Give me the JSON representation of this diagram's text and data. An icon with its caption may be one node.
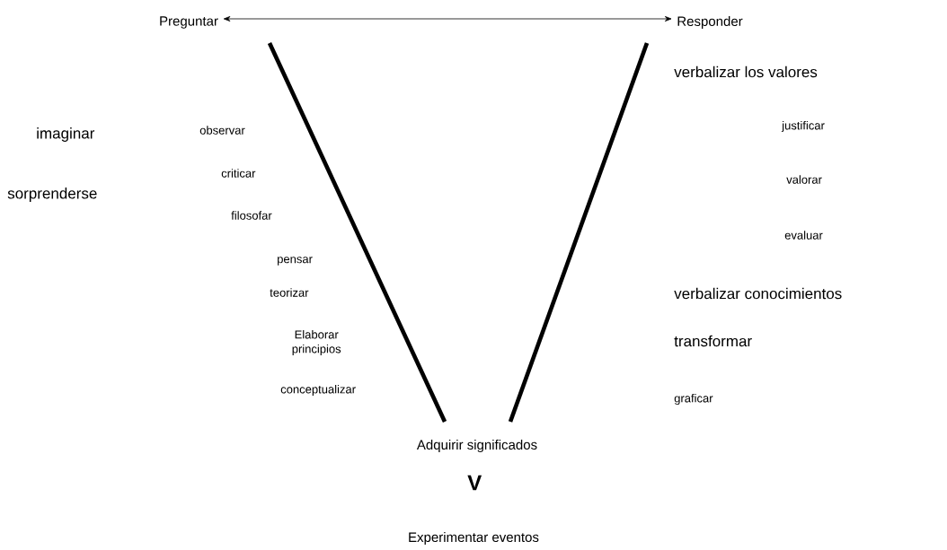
{
  "diagram": {
    "nodes": [
      {
        "text": [
          "Preguntar"
        ]
      },
      {
        "text": [
          "Responder"
        ]
      },
      {
        "text": [
          "Adquirir significados"
        ]
      },
      {
        "text": [
          "Experimentar eventos"
        ]
      }
    ],
    "edges": [
      {
        "from": 0,
        "to": 1,
        "arrow": "both"
      },
      {
        "from": 0,
        "to": 2,
        "arrow": "none"
      },
      {
        "from": 1,
        "to": 2,
        "arrow": "none"
      }
    ],
    "labels": [
      "verbalizar los valores",
      "imaginar",
      "observar",
      "justificar",
      "criticar",
      "valorar",
      "sorprenderse",
      "filosofar",
      "evaluar",
      "pensar",
      "teorizar",
      "verbalizar conocimientos",
      "Elaborar principios",
      "transformar",
      "conceptualizar",
      "graficar",
      "V"
    ]
  }
}
